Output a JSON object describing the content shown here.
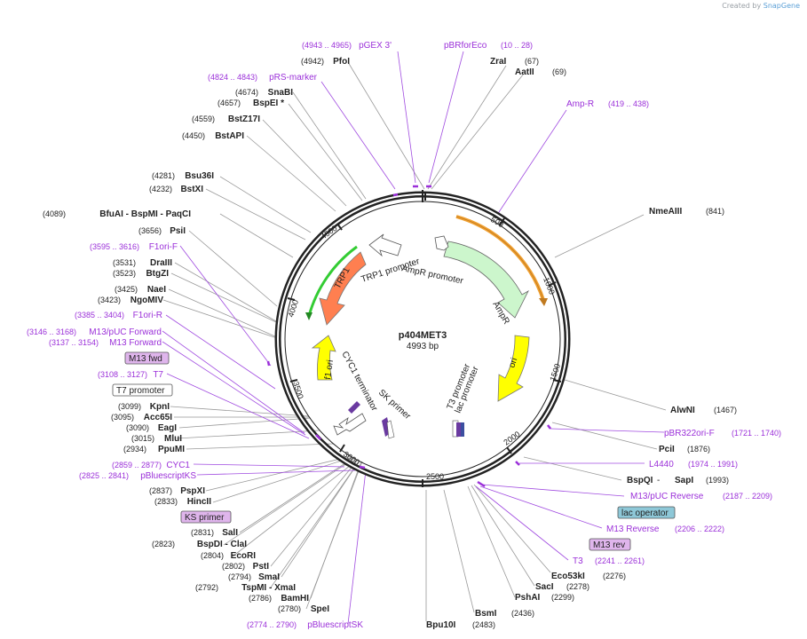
{
  "plasmid": {
    "name": "p404MET3",
    "length_label": "4993 bp"
  },
  "branding": {
    "created_by": "Created by",
    "app": "SnapGene"
  },
  "tick_labels": [
    "500",
    "1000",
    "1500",
    "2000",
    "2500",
    "3000",
    "3500",
    "4000",
    "4500"
  ],
  "enzymes_right": [
    {
      "name": "ZraI",
      "pos": "(67)"
    },
    {
      "name": "AatII",
      "pos": "(69)"
    },
    {
      "name": "NmeAIII",
      "pos": "(841)"
    },
    {
      "name": "AlwNI",
      "pos": "(1467)"
    },
    {
      "name": "PciI",
      "pos": "(1876)"
    },
    {
      "name": "BspQI",
      "sep": " - ",
      "name2": "SapI",
      "pos": "(1993)"
    },
    {
      "name": "Eco53kI",
      "pos": "(2276)"
    },
    {
      "name": "SacI",
      "pos": "(2278)"
    },
    {
      "name": "PshAI",
      "pos": "(2299)"
    },
    {
      "name": "BsmI",
      "pos": "(2436)"
    },
    {
      "name": "Bpu10I",
      "pos": "(2483)"
    }
  ],
  "enzymes_left": [
    {
      "name": "PfoI",
      "pos": "(4942)"
    },
    {
      "name": "SnaBI",
      "pos": "(4674)"
    },
    {
      "name": "BspEI *",
      "pos": "(4657)"
    },
    {
      "name": "BstZ17I",
      "pos": "(4559)"
    },
    {
      "name": "BstAPI",
      "pos": "(4450)"
    },
    {
      "name": "Bsu36I",
      "pos": "(4281)"
    },
    {
      "name": "BstXI",
      "pos": "(4232)"
    },
    {
      "name": "BfuAI - BspMI - PaqCI",
      "pos": "(4089)"
    },
    {
      "name": "PsiI",
      "pos": "(3656)"
    },
    {
      "name": "DraIII",
      "pos": "(3531)"
    },
    {
      "name": "BtgZI",
      "pos": "(3523)"
    },
    {
      "name": "NaeI",
      "pos": "(3425)"
    },
    {
      "name": "NgoMIV",
      "pos": "(3423)"
    },
    {
      "name": "KpnI",
      "pos": "(3099)"
    },
    {
      "name": "Acc65I",
      "pos": "(3095)"
    },
    {
      "name": "EagI",
      "pos": "(3090)"
    },
    {
      "name": "MluI",
      "pos": "(3015)"
    },
    {
      "name": "PpuMI",
      "pos": "(2934)"
    },
    {
      "name": "PspXI",
      "pos": "(2837)"
    },
    {
      "name": "HincII",
      "pos": "(2833)"
    },
    {
      "name": "SalI",
      "pos": "(2831)"
    },
    {
      "name": "BspDI - ClaI",
      "pos": "(2823)"
    },
    {
      "name": "EcoRI",
      "pos": "(2804)"
    },
    {
      "name": "PstI",
      "pos": "(2802)"
    },
    {
      "name": "SmaI",
      "pos": "(2794)"
    },
    {
      "name": "TspMI - XmaI",
      "pos": "(2792)"
    },
    {
      "name": "BamHI",
      "pos": "(2786)"
    },
    {
      "name": "SpeI",
      "pos": "(2780)"
    }
  ],
  "primers_right": [
    {
      "name": "pBRforEco",
      "range": "(10 .. 28)"
    },
    {
      "name": "Amp-R",
      "range": "(419 .. 438)"
    },
    {
      "name": "pBR322ori-F",
      "range": "(1721 .. 1740)"
    },
    {
      "name": "L4440",
      "range": "(1974 .. 1991)"
    },
    {
      "name": "M13/pUC Reverse",
      "range": "(2187 .. 2209)"
    },
    {
      "name": "M13 Reverse",
      "range": "(2206 .. 2222)"
    },
    {
      "name": "T3",
      "range": "(2241 .. 2261)"
    }
  ],
  "primers_left": [
    {
      "name": "pGEX 3'",
      "range": "(4943 .. 4965)"
    },
    {
      "name": "pRS-marker",
      "range": "(4824 .. 4843)"
    },
    {
      "name": "F1ori-F",
      "range": "(3595 .. 3616)"
    },
    {
      "name": "F1ori-R",
      "range": "(3385 .. 3404)"
    },
    {
      "name": "M13/pUC Forward",
      "range": "(3146 .. 3168)"
    },
    {
      "name": "M13 Forward",
      "range": "(3137 .. 3154)"
    },
    {
      "name": "T7",
      "range": "(3108 .. 3127)"
    },
    {
      "name": "CYC1",
      "range": "(2859 .. 2877)"
    },
    {
      "name": "pBluescriptKS",
      "range": "(2825 .. 2841)"
    },
    {
      "name": "pBluescriptSK",
      "range": "(2774 .. 2790)"
    }
  ],
  "boxed_labels": {
    "m13_fwd": "M13 fwd",
    "t7_promoter": "T7 promoter",
    "ks_primer": "KS primer",
    "lac_operator": "lac operator",
    "m13_rev": "M13 rev"
  },
  "features": {
    "ampr": "AmpR",
    "ampr_promoter": "AmpR promoter",
    "ori": "ori",
    "trp1": "TRP1",
    "trp1_promoter": "TRP1 promoter",
    "f1_ori": "f1 ori",
    "cyc1_terminator": "CYC1 terminator",
    "sk_primer": "SK primer",
    "t3_promoter": "T3 promoter",
    "lac_promoter": "lac promoter"
  },
  "colors": {
    "enzyme_text": "#000000",
    "primer_text": "#9b30d9",
    "ampr_fill": "#ccf6cc",
    "ori_fill": "#ffff00",
    "trp1_fill": "#ff7f50",
    "f1ori_fill": "#ffff00",
    "orange_primer": "#f0a030",
    "green_primer": "#33cc33",
    "purple_box": "#dfb5ec",
    "blue_box": "#8ec8d8"
  }
}
